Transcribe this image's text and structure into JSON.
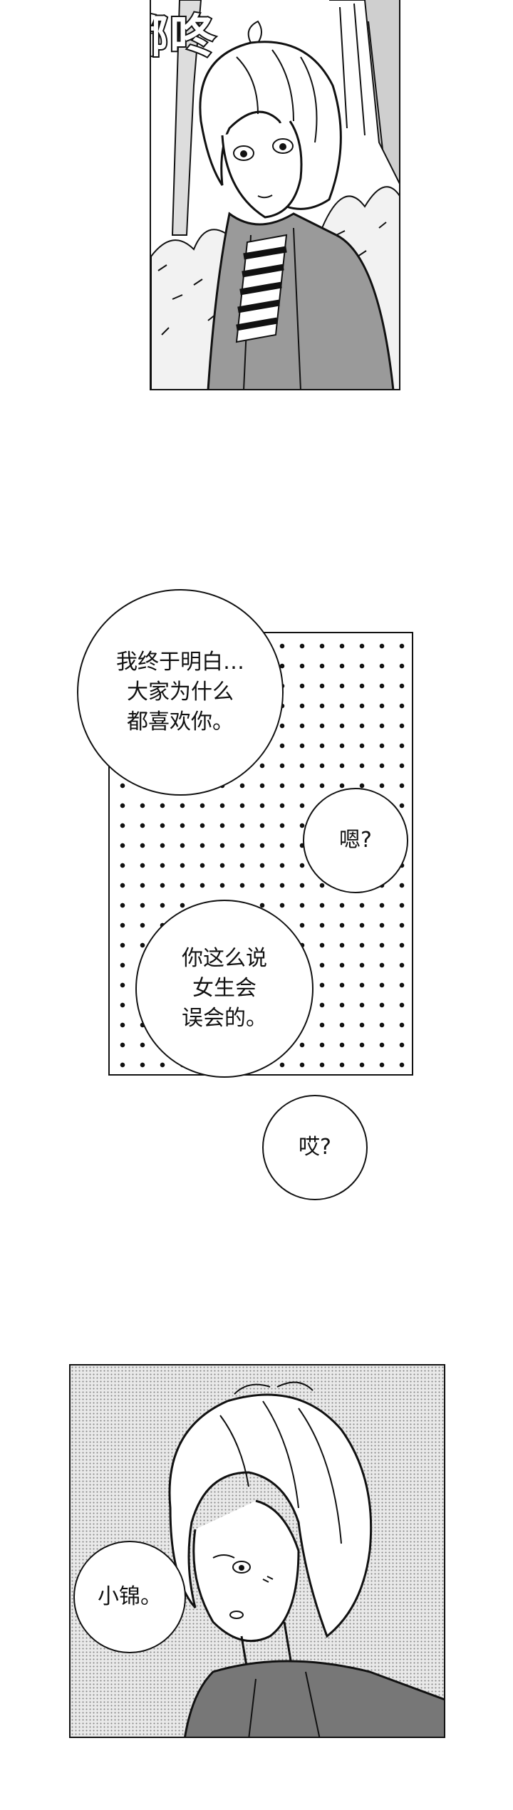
{
  "panel1": {
    "sfx": "嘟咚"
  },
  "panel2": {
    "bubbles": [
      {
        "text": "我终于明白…\n大家为什么\n都喜欢你。"
      },
      {
        "text": "嗯?"
      },
      {
        "text": "你这么说\n女生会\n误会的。"
      },
      {
        "text": "哎?"
      }
    ]
  },
  "panel3": {
    "bubble": "小锦。"
  }
}
